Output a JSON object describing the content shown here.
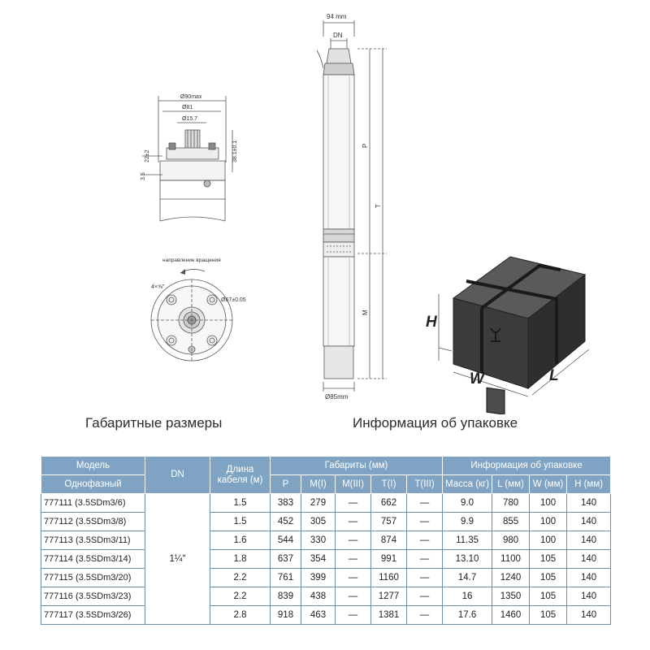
{
  "drawings": {
    "top_dim_width": "94 mm",
    "top_dim_dn": "DN",
    "dim_P": "P",
    "dim_T": "T",
    "dim_M": "M",
    "bottom_dim": "Ø85mm",
    "detail_max": "Ø90max",
    "detail_81": "Ø81",
    "detail_157": "Ø15.7",
    "detail_38": "38.1±0.1",
    "detail_22": "22±2",
    "detail_35": "3.5",
    "rotation_label": "направление вращения",
    "bolt_label": "4×⅝\"",
    "circle_67": "Ø67±0.05",
    "box_H": "H",
    "box_W": "W",
    "box_L": "L"
  },
  "captions": {
    "dimensions": "Габаритные размеры",
    "packaging": "Информация об упаковке"
  },
  "table": {
    "h_model": "Модель",
    "h_single_phase": "Однофазный",
    "h_dn": "DN",
    "h_cable": "Длина кабеля (м)",
    "h_dims": "Габариты (мм)",
    "h_pack": "Информация об упаковке",
    "sub": [
      "P",
      "M(I)",
      "M(III)",
      "T(I)",
      "T(III)",
      "Масса (кг)",
      "L (мм)",
      "W (мм)",
      "H (мм)"
    ],
    "dn_value": "1¼\"",
    "rows": [
      {
        "model": "777111 (3.5SDm3/6)",
        "cable": "1.5",
        "p": "383",
        "m1": "279",
        "m3": "—",
        "t1": "662",
        "t3": "—",
        "mass": "9.0",
        "l": "780",
        "w": "100",
        "h": "140"
      },
      {
        "model": "777112 (3.5SDm3/8)",
        "cable": "1.5",
        "p": "452",
        "m1": "305",
        "m3": "—",
        "t1": "757",
        "t3": "—",
        "mass": "9.9",
        "l": "855",
        "w": "100",
        "h": "140"
      },
      {
        "model": "777113 (3.5SDm3/11)",
        "cable": "1.6",
        "p": "544",
        "m1": "330",
        "m3": "—",
        "t1": "874",
        "t3": "—",
        "mass": "11.35",
        "l": "980",
        "w": "100",
        "h": "140"
      },
      {
        "model": "777114 (3.5SDm3/14)",
        "cable": "1.8",
        "p": "637",
        "m1": "354",
        "m3": "—",
        "t1": "991",
        "t3": "—",
        "mass": "13.10",
        "l": "1100",
        "w": "105",
        "h": "140"
      },
      {
        "model": "777115 (3.5SDm3/20)",
        "cable": "2.2",
        "p": "761",
        "m1": "399",
        "m3": "—",
        "t1": "1160",
        "t3": "—",
        "mass": "14.7",
        "l": "1240",
        "w": "105",
        "h": "140"
      },
      {
        "model": "777116 (3.5SDm3/23)",
        "cable": "2.2",
        "p": "839",
        "m1": "438",
        "m3": "—",
        "t1": "1277",
        "t3": "—",
        "mass": "16",
        "l": "1350",
        "w": "105",
        "h": "140"
      },
      {
        "model": "777117 (3.5SDm3/26)",
        "cable": "2.8",
        "p": "918",
        "m1": "463",
        "m3": "—",
        "t1": "1381",
        "t3": "—",
        "mass": "17.6",
        "l": "1460",
        "w": "105",
        "h": "140"
      }
    ]
  },
  "colors": {
    "table_header": "#7fa3c3",
    "table_border": "#6f90ad",
    "box_dark": "#3a3a3a"
  }
}
